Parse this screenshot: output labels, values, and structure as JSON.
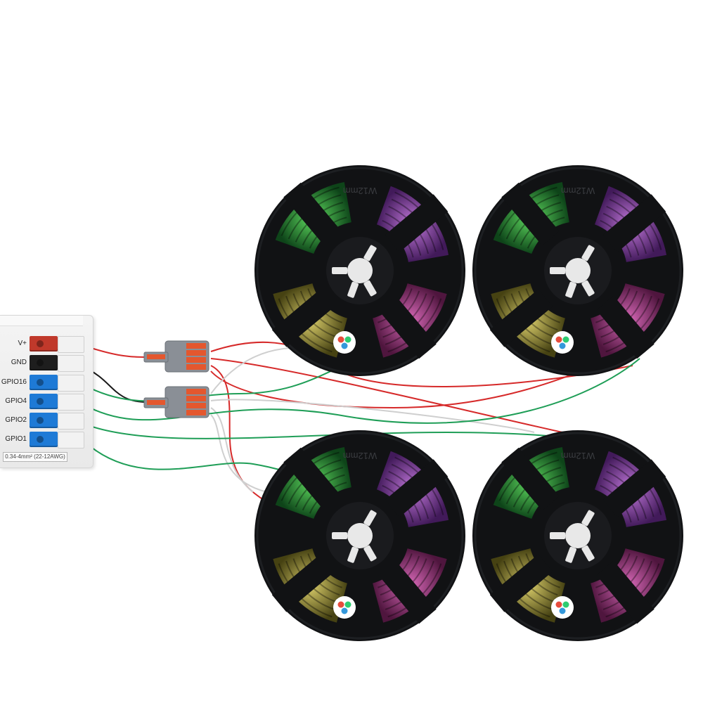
{
  "controller": {
    "terminals": [
      {
        "label": "V+",
        "color": "#c0392b"
      },
      {
        "label": "GND",
        "color": "#1e1e1e"
      },
      {
        "label": "GPIO16",
        "color": "#1e7ad6"
      },
      {
        "label": "GPIO4",
        "color": "#1e7ad6"
      },
      {
        "label": "GPIO2",
        "color": "#1e7ad6"
      },
      {
        "label": "GPIO1",
        "color": "#1e7ad6"
      }
    ],
    "wire_gauge": "0.34-4mm² (22-12AWG)"
  },
  "reel_text": "W12mm",
  "wire_colors": {
    "power": "#d62a2a",
    "ground": "#1a1a1a",
    "data": "#1f9e57",
    "white": "#cfcfcf"
  }
}
